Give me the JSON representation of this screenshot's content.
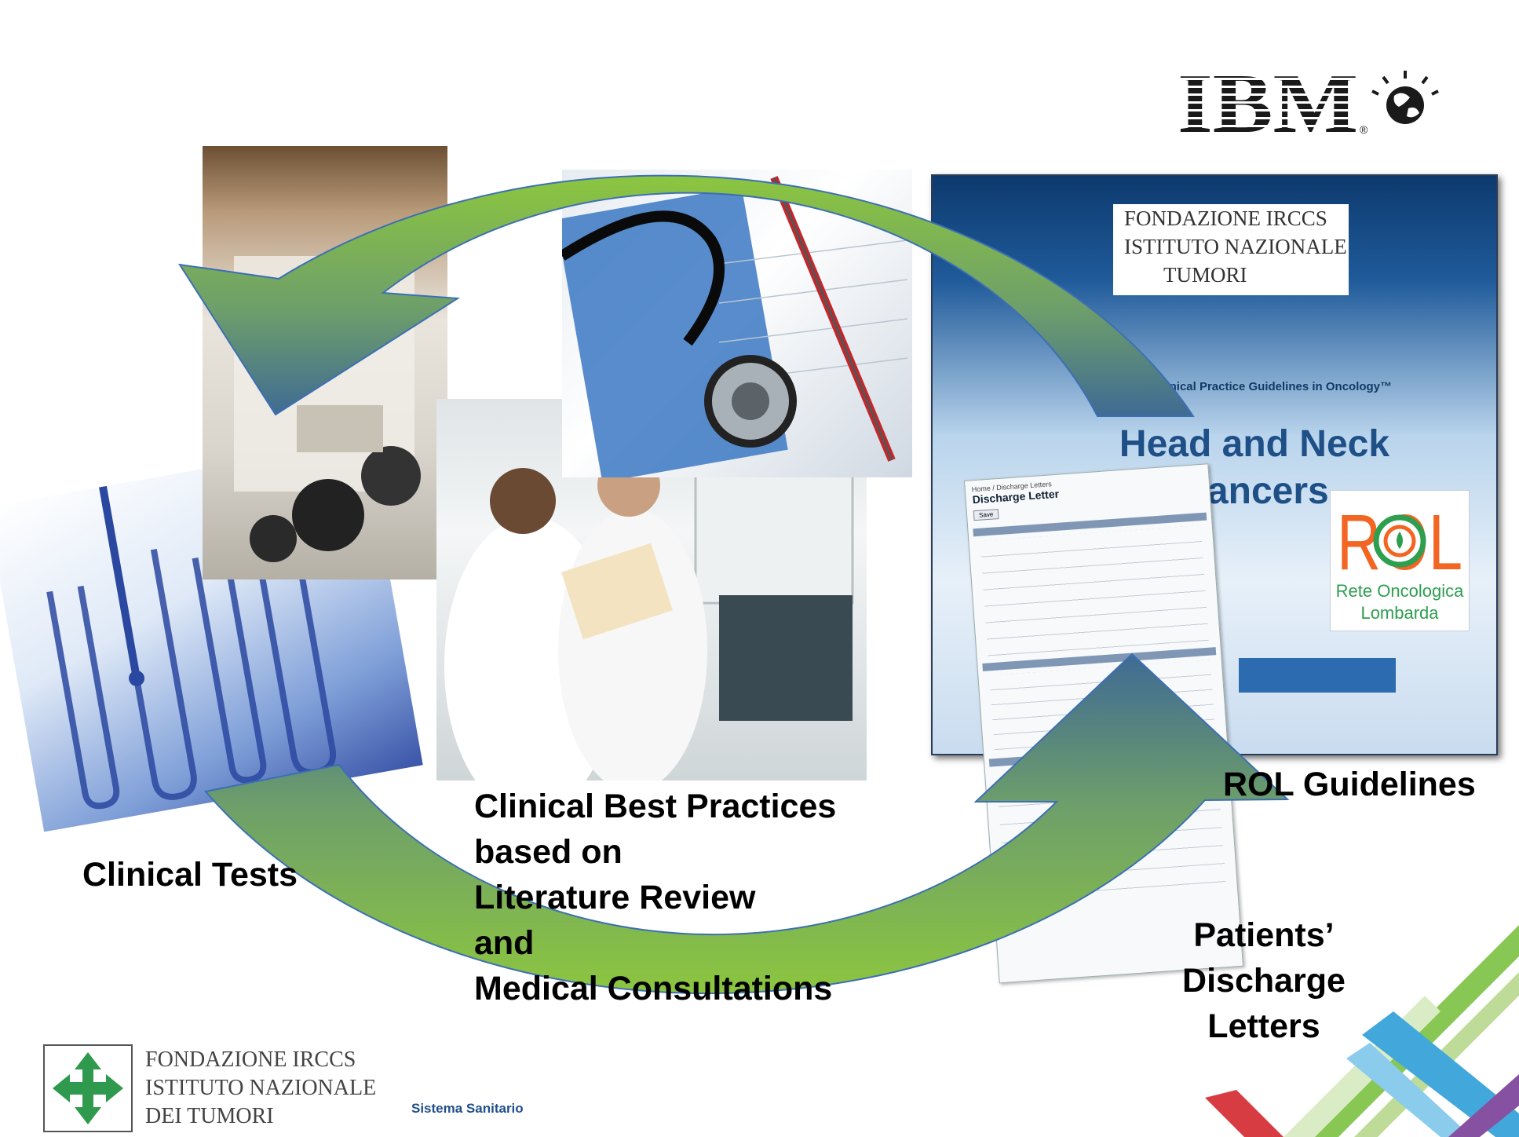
{
  "labels": {
    "clinical_tests": "Clinical Tests",
    "best_practices": [
      "Clinical Best Practices",
      "based on",
      "Literature Review",
      "and",
      "Medical Consultations"
    ],
    "rol_guidelines": "ROL Guidelines",
    "discharge": [
      "Patients’",
      "Discharge Letters"
    ]
  },
  "ibm": {
    "wordmark": "IBM",
    "registered": "®"
  },
  "guideline_doc": {
    "header_lines": [
      "FONDAZIONE IRCCS",
      "ISTITUTO NAZIONALE",
      "TUMORI"
    ],
    "series": "NCCN Clinical Practice Guidelines in Oncology™",
    "title_lines": [
      "Head and Neck",
      "Cancers"
    ],
    "rol_mark": "ROL",
    "rol_name_lines": [
      "Rete Oncologica",
      "Lombarda"
    ]
  },
  "discharge_form": {
    "breadcrumb": "Home / Discharge Letters",
    "title": "Discharge Letter",
    "button": "Save"
  },
  "footer": {
    "institute_lines": [
      "FONDAZIONE IRCCS",
      "ISTITUTO NAZIONALE",
      "DEI TUMORI"
    ],
    "sistema": "Sistema Sanitario"
  },
  "colors": {
    "arrow_light": "#8cc63f",
    "arrow_dark": "#3f6a94",
    "rol_orange": "#f26522",
    "rol_green": "#2e9e4f",
    "institute_green": "#2f9a4d"
  }
}
